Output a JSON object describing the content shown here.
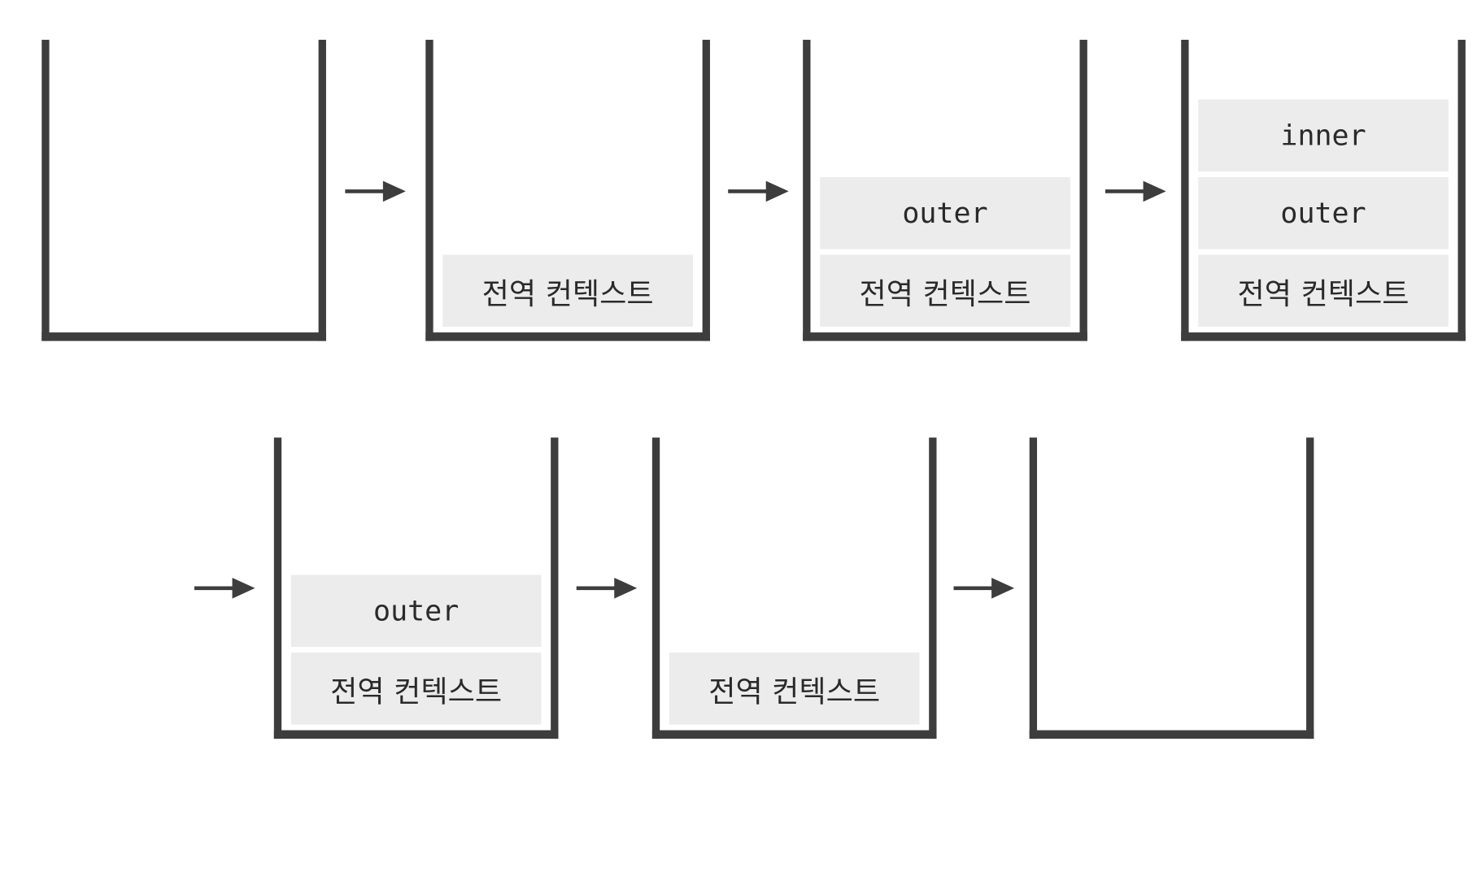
{
  "diagram": {
    "stacks": [
      {
        "frames": []
      },
      {
        "frames": [
          "전역 컨텍스트"
        ]
      },
      {
        "frames": [
          "전역 컨텍스트",
          "outer"
        ]
      },
      {
        "frames": [
          "전역 컨텍스트",
          "outer",
          "inner"
        ]
      },
      {
        "frames": [
          "전역 컨텍스트",
          "outer"
        ]
      },
      {
        "frames": [
          "전역 컨텍스트"
        ]
      },
      {
        "frames": []
      }
    ],
    "colors": {
      "stroke": "#3d3d3d",
      "frame_fill": "#ececec",
      "text": "#2a2a2a"
    }
  }
}
